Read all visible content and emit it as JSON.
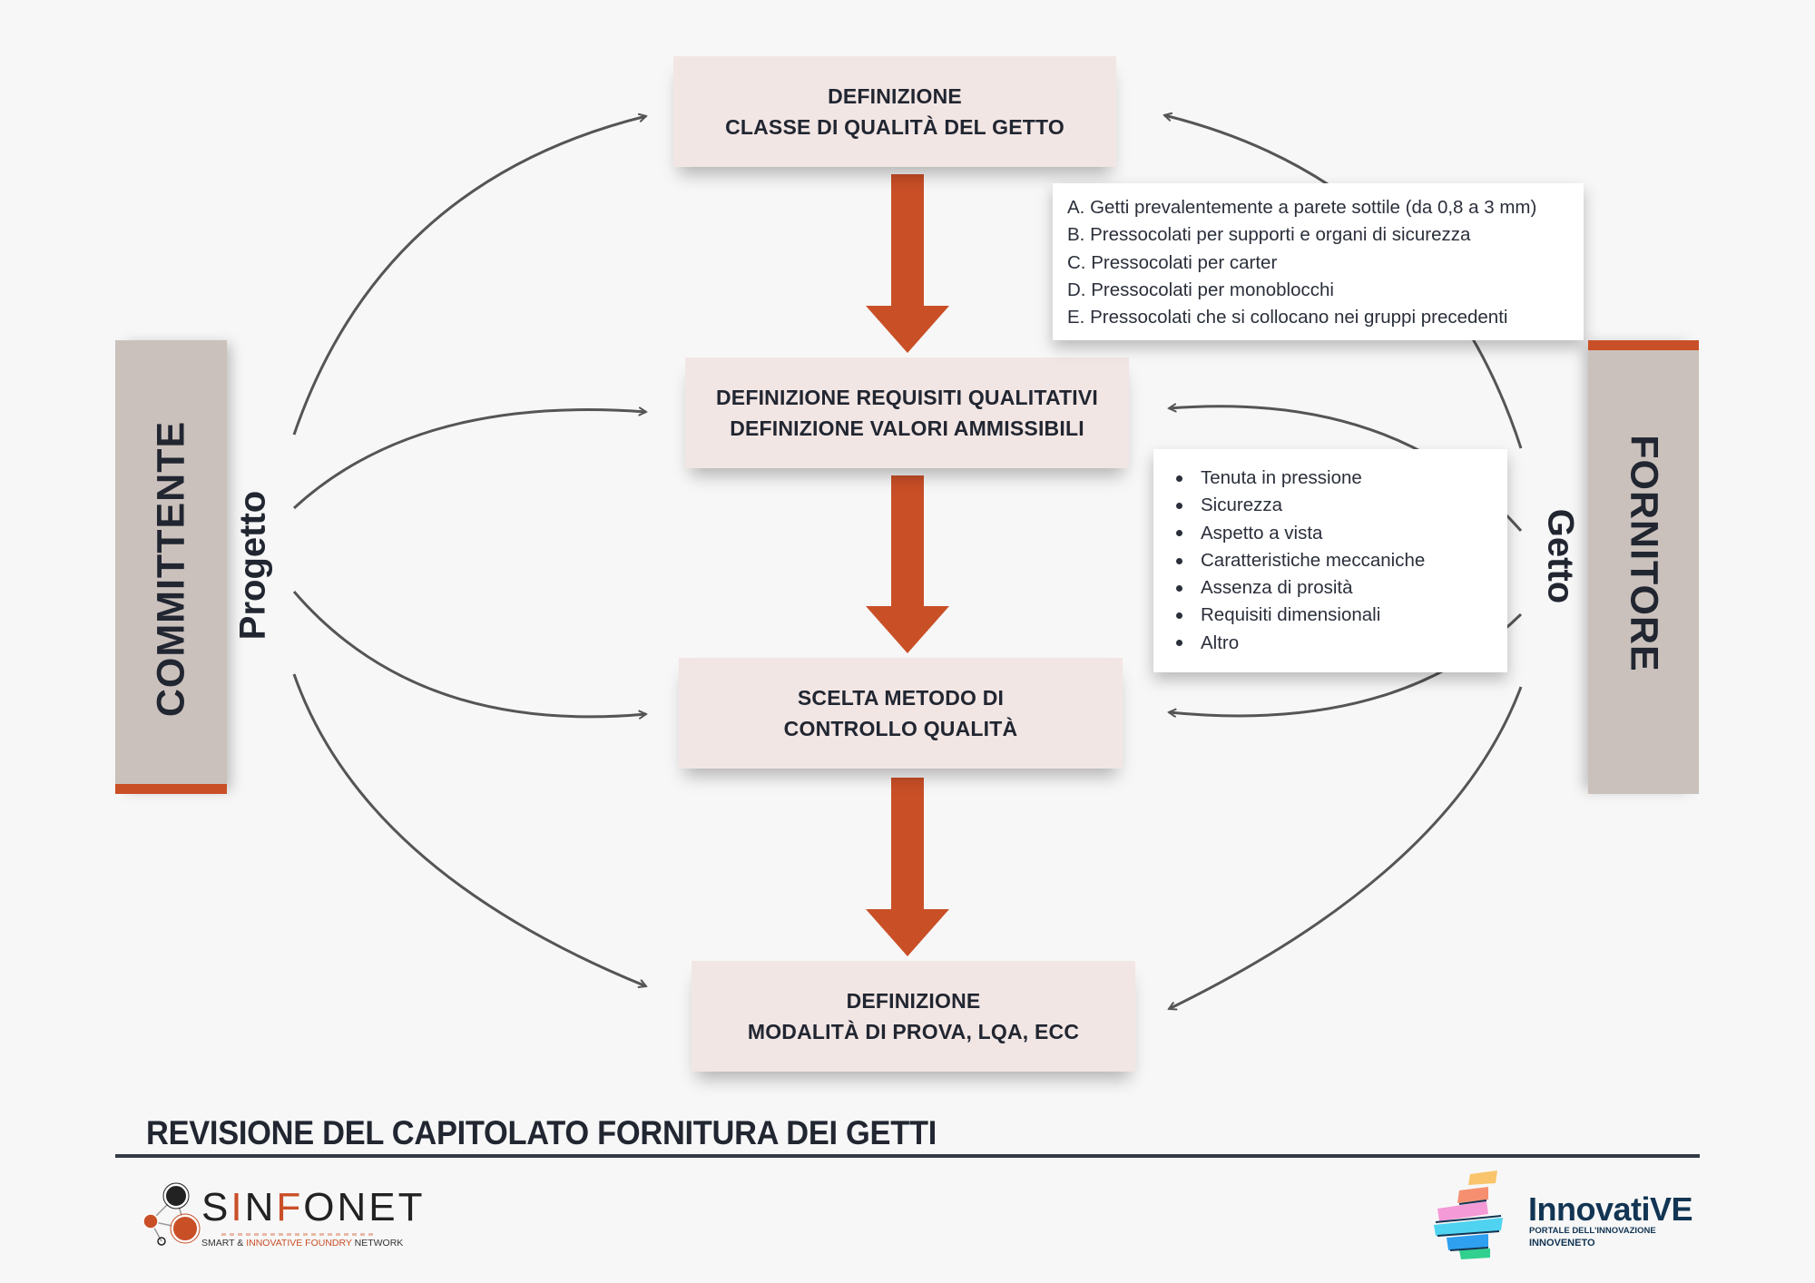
{
  "colors": {
    "background": "#f7f7f7",
    "step_box": "#f2e6e4",
    "flow_arrow": "#c94f27",
    "side_bar": "#cbc1bc",
    "side_bar_accent": "#c94f27",
    "text_dark": "#212631",
    "connector": "#555555"
  },
  "left_actor": {
    "label": "COMMITTENTE",
    "input_label": "Progetto"
  },
  "right_actor": {
    "label": "FORNITORE",
    "input_label": "Getto"
  },
  "steps": [
    {
      "lines": [
        "DEFINIZIONE",
        "CLASSE DI QUALITÀ DEL GETTO"
      ]
    },
    {
      "lines": [
        "DEFINIZIONE REQUISITI QUALITATIVI",
        "DEFINIZIONE VALORI AMMISSIBILI"
      ]
    },
    {
      "lines": [
        "SCELTA METODO DI",
        "CONTROLLO QUALITÀ"
      ]
    },
    {
      "lines": [
        "DEFINIZIONE",
        "MODALITÀ DI PROVA, LQA, ECC"
      ]
    }
  ],
  "quality_classes": [
    "A. Getti prevalentemente a parete sottile (da 0,8 a 3 mm)",
    "B. Pressocolati per supporti e organi di sicurezza",
    "C. Pressocolati per carter",
    "D. Pressocolati per monoblocchi",
    "E. Pressocolati che si collocano nei gruppi precedenti"
  ],
  "requirements": [
    "Tenuta in pressione",
    "Sicurezza",
    "Aspetto a vista",
    "Caratteristiche meccaniche",
    "Assenza di prosità",
    "Requisiti dimensionali",
    "Altro"
  ],
  "footer": {
    "title": "REVISIONE DEL CAPITOLATO FORNITURA DEI GETTI",
    "logo_left": {
      "name_parts": [
        "S",
        "I",
        "N",
        "F",
        "O",
        "N",
        "E",
        "T"
      ],
      "tagline_parts": [
        "SMART & ",
        "INNOVATIVE FOUNDRY",
        " NETWORK"
      ]
    },
    "logo_right": {
      "name": "InnovatiVE",
      "subtitle": "PORTALE DELL'INNOVAZIONE",
      "subtitle2": "INNOVENETO"
    }
  }
}
